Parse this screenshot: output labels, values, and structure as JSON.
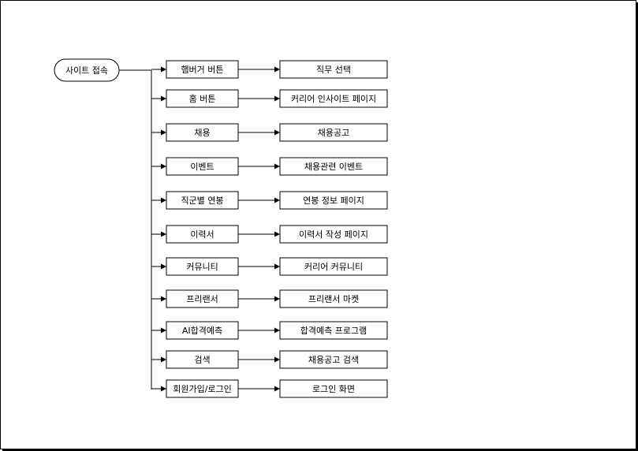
{
  "root": {
    "label": "사이트 접속"
  },
  "rows": [
    {
      "menu": "햄버거 버튼",
      "target": "직무 선택"
    },
    {
      "menu": "홈 버튼",
      "target": "커리어 인사이트 페이지"
    },
    {
      "menu": "채용",
      "target": "채용공고"
    },
    {
      "menu": "이벤트",
      "target": "채용관련 이벤트"
    },
    {
      "menu": "직군별 연봉",
      "target": "연봉 정보 페이지"
    },
    {
      "menu": "이력서",
      "target": "이력서 작성 페이지"
    },
    {
      "menu": "커뮤니티",
      "target": "커리어 커뮤니티"
    },
    {
      "menu": "프리랜서",
      "target": "프리랜서 마켓"
    },
    {
      "menu": "AI합격예측",
      "target": "합격예측 프로그램"
    },
    {
      "menu": "검색",
      "target": "채용공고 검색"
    },
    {
      "menu": "회원가입/로그인",
      "target": "로그인 화면"
    }
  ],
  "colors": {
    "stroke": "#000000",
    "fill": "#ffffff"
  }
}
